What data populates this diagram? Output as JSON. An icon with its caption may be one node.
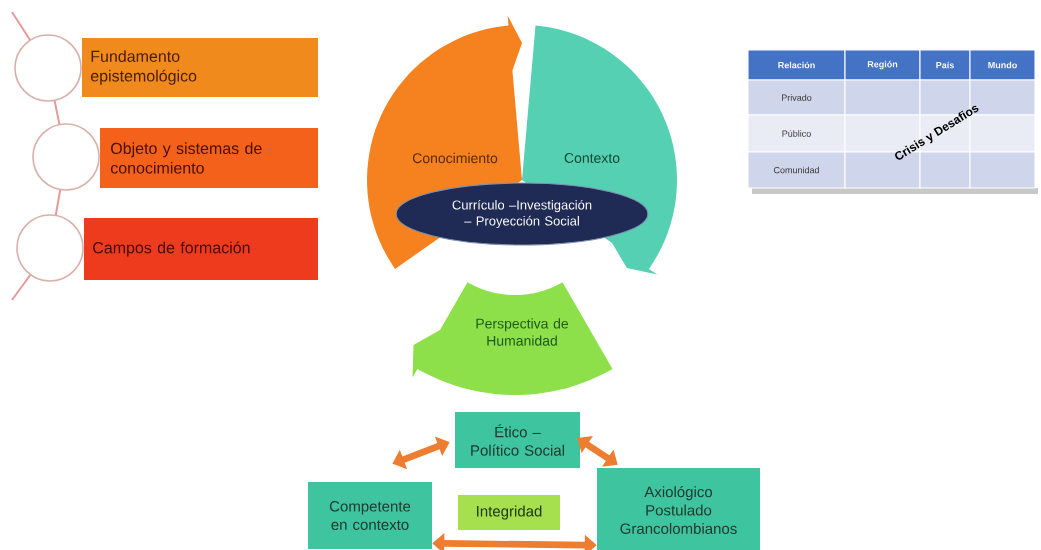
{
  "diagram": {
    "nodes": [
      {
        "text": [],
        "shape": "circle"
      },
      {
        "text": [
          "Fundamento epistemológico"
        ]
      },
      {
        "text": [],
        "shape": "circle"
      },
      {
        "text": [
          "Objeto y sistemas de conocimiento"
        ]
      },
      {
        "text": [],
        "shape": "circle"
      },
      {
        "text": [
          "Campos de formación"
        ]
      },
      {
        "text": [
          "Conocimiento"
        ]
      },
      {
        "text": [
          "Contexto"
        ]
      },
      {
        "text": [
          "Perspectiva de Humanidad"
        ]
      },
      {
        "text": [
          "Currículo –Investigación – Proyección Social"
        ]
      },
      {
        "text": [
          "Ético – Político Social"
        ]
      },
      {
        "text": [
          "Competente en contexto"
        ]
      },
      {
        "text": [
          "Integridad"
        ]
      },
      {
        "text": [
          "Axiológico Postulado Grancolombianos"
        ]
      }
    ],
    "edges": [
      {
        "from": 11,
        "to": 10,
        "arrow": "both"
      },
      {
        "from": 10,
        "to": 13,
        "arrow": "both"
      },
      {
        "from": 11,
        "to": 13,
        "arrow": "both"
      }
    ],
    "labels": [
      "Relación",
      "Región",
      "País",
      "Mundo",
      "Privado",
      "Público",
      "Comunidad",
      "Crisis y Desafios"
    ]
  }
}
